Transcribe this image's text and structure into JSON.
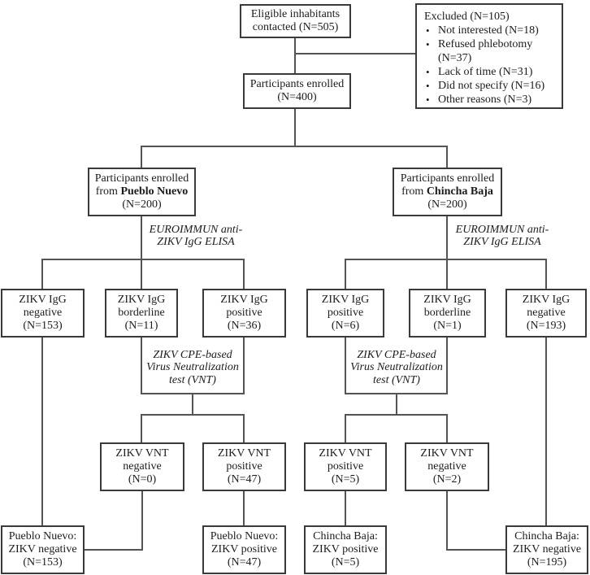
{
  "figure_type": "study-enrollment-flow-diagram",
  "colors": {
    "box_border": "#3a3a3a",
    "connector": "#545454",
    "text": "#1c1c1c",
    "background": "#ffffff"
  },
  "nodes": {
    "eligible": {
      "lines": [
        "Eligible inhabitants",
        "contacted (N=505)"
      ]
    },
    "excluded": {
      "title": "Excluded (N=105)",
      "items": [
        "Not interested (N=18)",
        "Refused phlebotomy (N=37)",
        "Lack of time (N=31)",
        "Did not specify (N=16)",
        "Other reasons (N=3)"
      ]
    },
    "enrolled": {
      "lines": [
        "Participants enrolled",
        "(N=400)"
      ]
    },
    "pueblo": {
      "line1": "Participants enrolled",
      "line2_prefix": "from ",
      "line2_site": "Pueblo Nuevo",
      "line3": "(N=200)"
    },
    "chincha": {
      "line1": "Participants enrolled",
      "line2_prefix": "from ",
      "line2_site": "Chincha Baja",
      "line3": "(N=200)"
    },
    "elisa_left": {
      "lines": [
        "EUROIMMUN anti-",
        "ZIKV IgG ELISA"
      ]
    },
    "elisa_right": {
      "lines": [
        "EUROIMMUN anti-",
        "ZIKV IgG ELISA"
      ]
    },
    "igg_neg_pn": {
      "lines": [
        "ZIKV IgG",
        "negative",
        "(N=153)"
      ]
    },
    "igg_bord_pn": {
      "lines": [
        "ZIKV IgG",
        "borderline",
        "(N=11)"
      ]
    },
    "igg_pos_pn": {
      "lines": [
        "ZIKV IgG",
        "positive",
        "(N=36)"
      ]
    },
    "igg_pos_cb": {
      "lines": [
        "ZIKV IgG",
        "positive",
        "(N=6)"
      ]
    },
    "igg_bord_cb": {
      "lines": [
        "ZIKV IgG",
        "borderline",
        "(N=1)"
      ]
    },
    "igg_neg_cb": {
      "lines": [
        "ZIKV IgG",
        "negative",
        "(N=193)"
      ]
    },
    "vnt_label_left": {
      "lines": [
        "ZIKV CPE-based",
        "Virus Neutralization",
        "test (VNT)"
      ]
    },
    "vnt_label_right": {
      "lines": [
        "ZIKV CPE-based",
        "Virus Neutralization",
        "test (VNT)"
      ]
    },
    "vnt_neg_pn": {
      "lines": [
        "ZIKV VNT",
        "negative",
        "(N=0)"
      ]
    },
    "vnt_pos_pn": {
      "lines": [
        "ZIKV VNT",
        "positive",
        "(N=47)"
      ]
    },
    "vnt_pos_cb": {
      "lines": [
        "ZIKV VNT",
        "positive",
        "(N=5)"
      ]
    },
    "vnt_neg_cb": {
      "lines": [
        "ZIKV VNT",
        "negative",
        "(N=2)"
      ]
    },
    "final_pn_neg": {
      "lines": [
        "Pueblo Nuevo:",
        "ZIKV negative",
        "(N=153)"
      ]
    },
    "final_pn_pos": {
      "lines": [
        "Pueblo Nuevo:",
        "ZIKV positive",
        "(N=47)"
      ]
    },
    "final_cb_pos": {
      "lines": [
        "Chincha Baja:",
        "ZIKV positive",
        "(N=5)"
      ]
    },
    "final_cb_neg": {
      "lines": [
        "Chincha Baja:",
        "ZIKV negative",
        "(N=195)"
      ]
    }
  }
}
